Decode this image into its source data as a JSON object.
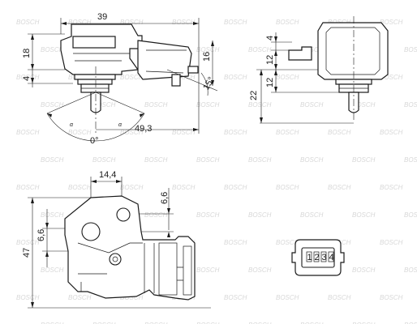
{
  "dimensions": {
    "top_width": "39",
    "height_18": "18",
    "offset_4_left": "4",
    "connector_16": "16",
    "angle_15": "15°",
    "span_49_3": "49,3",
    "zero_deg": "0°",
    "alpha_left": "α",
    "alpha_right": "α",
    "side_4": "4",
    "side_12_a": "12",
    "side_12_b": "12",
    "side_22": "22",
    "front_14_4": "14,4",
    "front_6_6_top": "6,6",
    "front_6_6_left": "6,6",
    "front_47": "47"
  },
  "connector_pins": [
    "1",
    "2",
    "3",
    "4"
  ],
  "watermark": "BOSCH"
}
